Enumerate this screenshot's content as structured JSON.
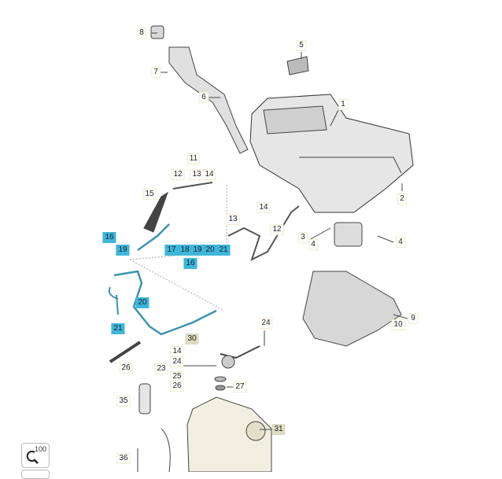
{
  "callouts": [
    "8",
    "7",
    "6",
    "5",
    "1",
    "2",
    "11",
    "12",
    "13",
    "14",
    "15",
    "13",
    "14",
    "12",
    "3",
    "4",
    "4",
    "9",
    "10",
    "16",
    "19",
    "17",
    "18",
    "19",
    "20",
    "21",
    "16",
    "20",
    "21",
    "24",
    "30",
    "14",
    "24",
    "23",
    "25",
    "26",
    "27",
    "26",
    "35",
    "31",
    "36"
  ],
  "highlighted_color": "#3fb6d9",
  "secondary_highlight_color": "#dcdcc4",
  "zoom_control": {
    "label": "100",
    "icon": "zoom-icon"
  }
}
